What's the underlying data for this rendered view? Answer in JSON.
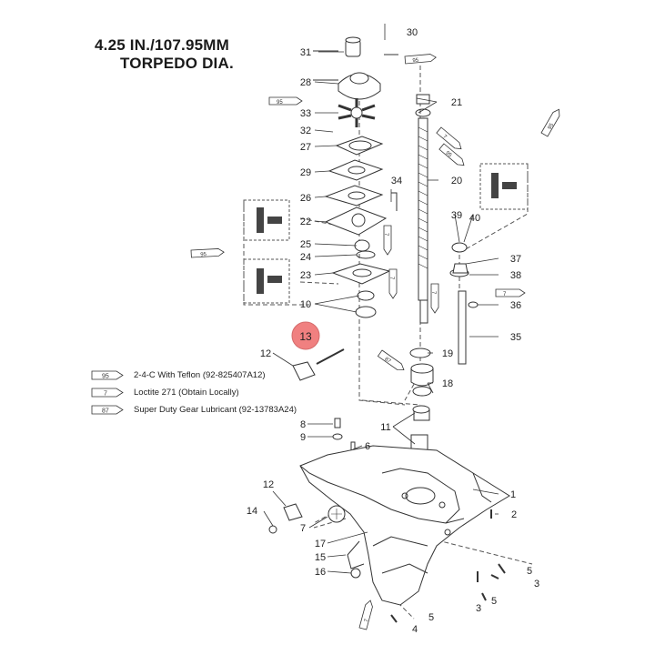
{
  "title": {
    "line1": "4.25 IN./107.95MM",
    "line2": "TORPEDO DIA."
  },
  "highlighted_part": "13",
  "colors": {
    "line": "#333333",
    "highlight_fill": "#f08080",
    "highlight_stroke": "#d46a6a",
    "background": "#ffffff"
  },
  "legend": [
    {
      "code": "95",
      "text": "2-4-C  With Teflon (92-825407A12)",
      "icon": "grease-tube-icon"
    },
    {
      "code": "7",
      "text": "Loctite 271 (Obtain Locally)",
      "icon": "loctite-tube-icon"
    },
    {
      "code": "87",
      "text": "Super Duty Gear Lubricant (92-13783A24)",
      "icon": "gear-lube-tube-icon"
    }
  ],
  "tube_labels": [
    "95",
    "95",
    "7",
    "95",
    "95",
    "7",
    "7",
    "95",
    "7",
    "87",
    "7",
    "7"
  ],
  "callouts": [
    "30",
    "31",
    "28",
    "21",
    "33",
    "32",
    "27",
    "29",
    "20",
    "34",
    "26",
    "22",
    "39",
    "40",
    "25",
    "37",
    "24",
    "38",
    "23",
    "36",
    "10",
    "13",
    "35",
    "12",
    "19",
    "18",
    "8",
    "11",
    "9",
    "6",
    "1",
    "12",
    "14",
    "7",
    "2",
    "17",
    "15",
    "5",
    "16",
    "3",
    "5",
    "3",
    "5",
    "4"
  ]
}
